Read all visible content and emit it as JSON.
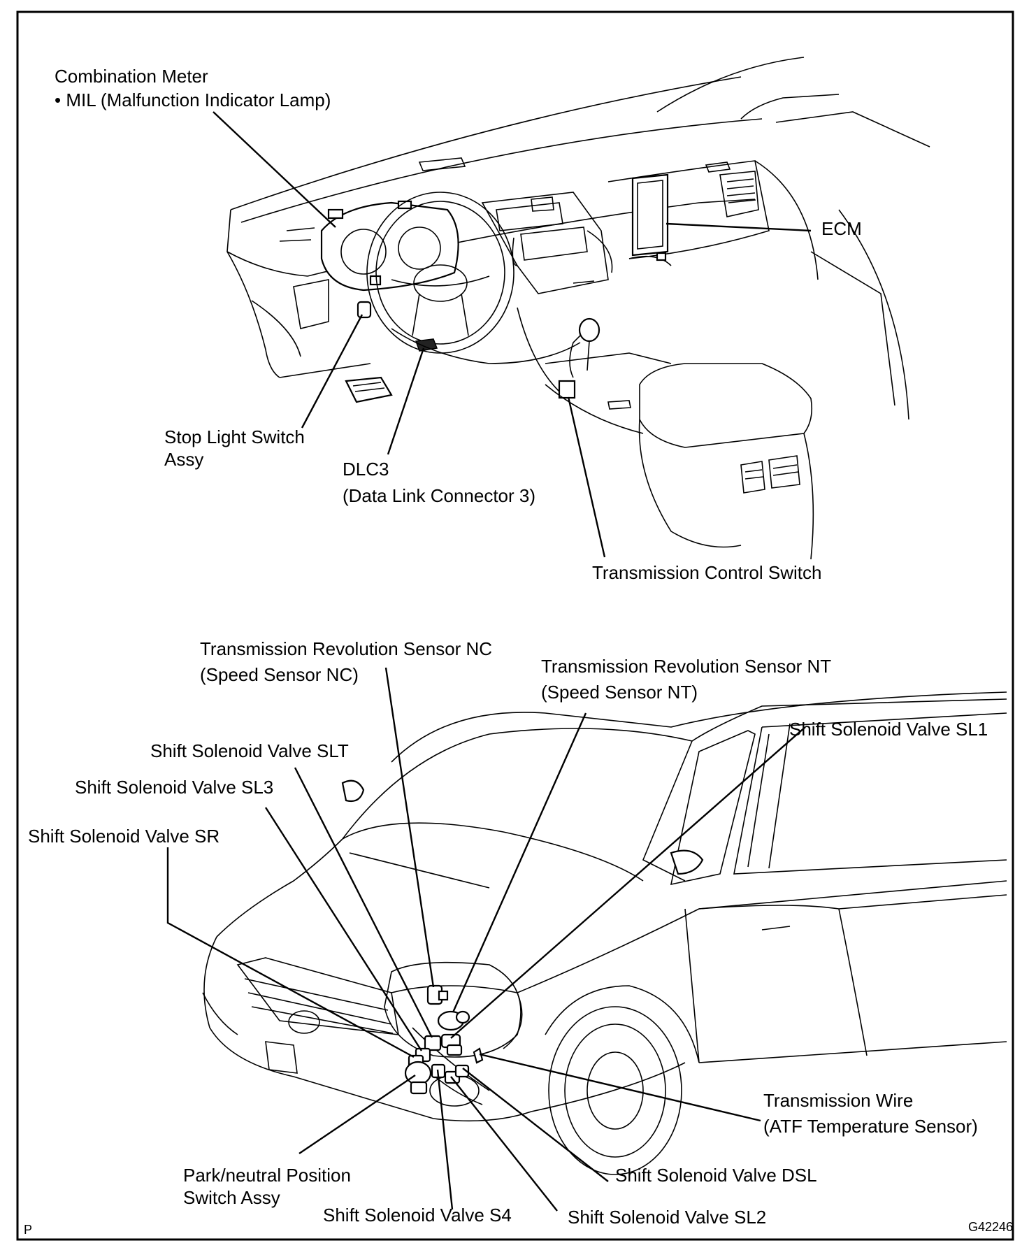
{
  "top_labels": {
    "combination_meter": "Combination Meter",
    "mil": "• MIL (Malfunction Indicator Lamp)",
    "ecm": "ECM",
    "stop_light_1": "Stop Light Switch",
    "stop_light_2": "Assy",
    "dlc3_1": "DLC3",
    "dlc3_2": "(Data Link Connector 3)",
    "trans_control_switch": "Transmission Control Switch"
  },
  "bottom_labels": {
    "nc_1": "Transmission Revolution Sensor NC",
    "nc_2": "(Speed Sensor NC)",
    "nt_1": "Transmission Revolution Sensor NT",
    "nt_2": "(Speed Sensor NT)",
    "sl1": "Shift Solenoid Valve SL1",
    "slt": "Shift Solenoid Valve SLT",
    "sl3": "Shift Solenoid Valve SL3",
    "sr": "Shift Solenoid Valve SR",
    "wire_1": "Transmission Wire",
    "wire_2": "(ATF Temperature Sensor)",
    "dsl": "Shift Solenoid Valve DSL",
    "pnp_1": "Park/neutral Position",
    "pnp_2": "Switch Assy",
    "s4": "Shift Solenoid Valve S4",
    "sl2": "Shift Solenoid Valve SL2"
  },
  "corner": {
    "left": "P",
    "right": "G42246"
  }
}
